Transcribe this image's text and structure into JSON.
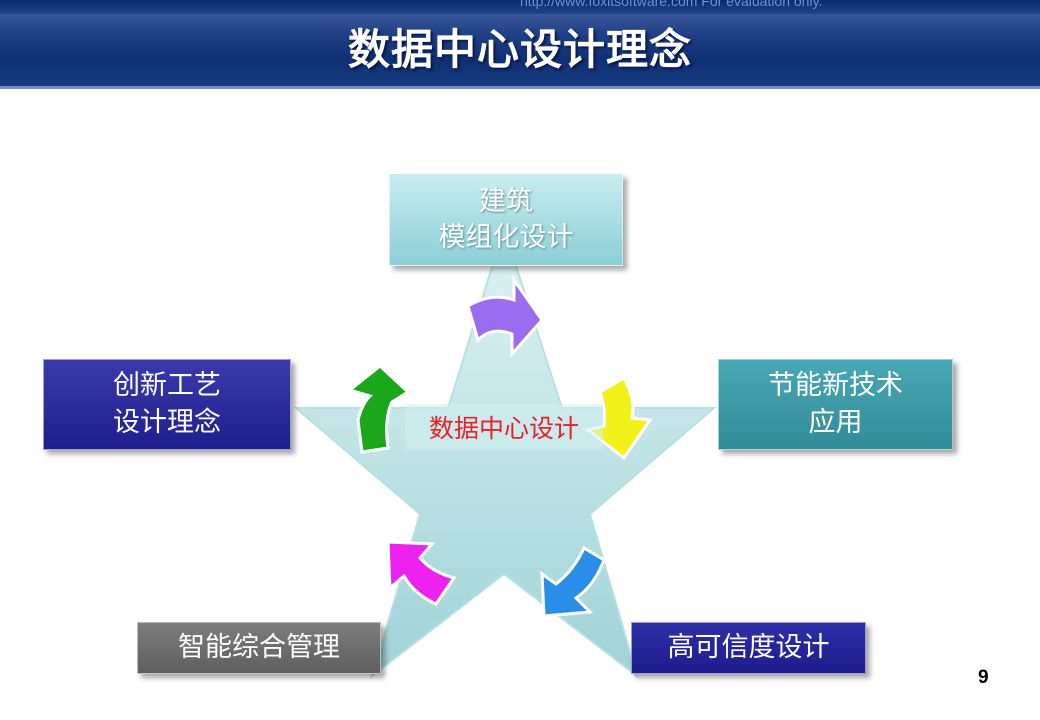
{
  "watermark": "http://www.foxitsoftware.com   For evaluation only.",
  "title": "数据中心设计理念",
  "center_label": "数据中心设计",
  "boxes": {
    "top": {
      "line1": "建筑",
      "line2": "模组化设计",
      "color": "#9fd9de"
    },
    "left": {
      "line1": "创新工艺",
      "line2": "设计理念",
      "color": "#26269a"
    },
    "right": {
      "line1": "节能新技术",
      "line2": "应用",
      "color": "#3a9ca8"
    },
    "bottom_left": {
      "label": "智能综合管理",
      "color": "#6b6b6b"
    },
    "bottom_right": {
      "label": "高可信度设计",
      "color": "#2424a0"
    }
  },
  "arrows": [
    {
      "name": "purple-arrow",
      "color": "#9a6cf0"
    },
    {
      "name": "yellow-arrow",
      "color": "#f2f21a"
    },
    {
      "name": "blue-arrow",
      "color": "#2a8ee8"
    },
    {
      "name": "magenta-arrow",
      "color": "#ee22ee"
    },
    {
      "name": "green-arrow",
      "color": "#1aa81a"
    }
  ],
  "page_number": "9"
}
